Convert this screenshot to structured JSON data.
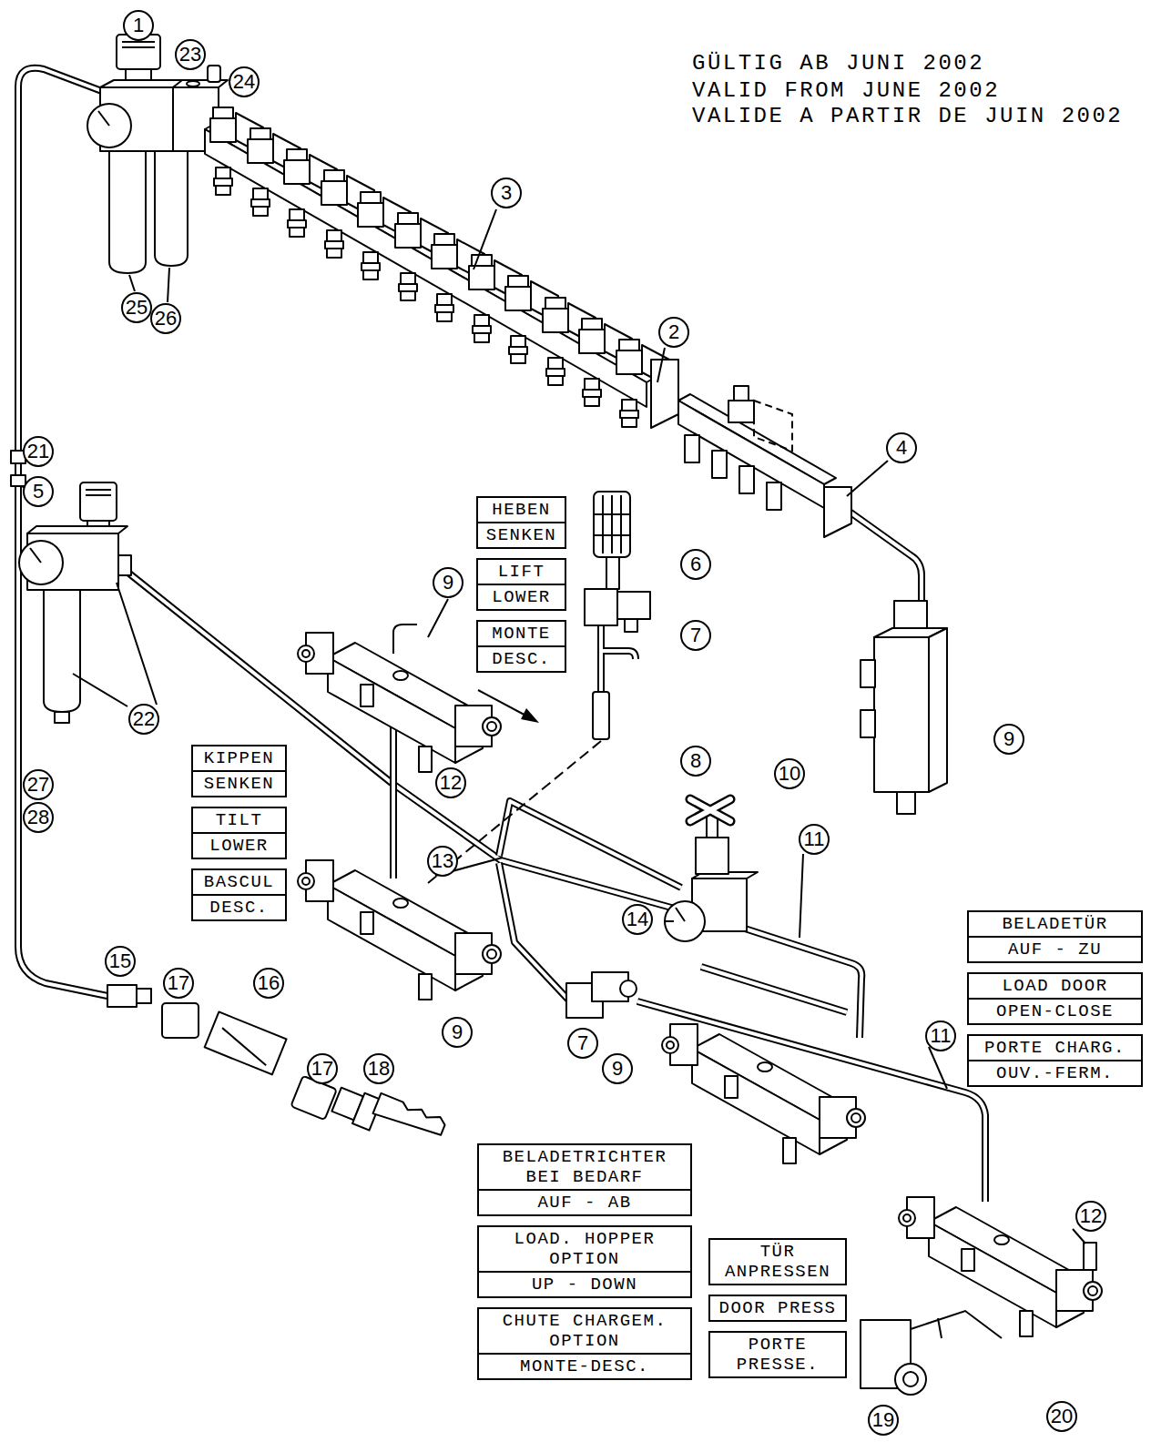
{
  "diagram": {
    "nodes": [
      {
        "text": [
          "1"
        ]
      },
      {
        "text": [
          "23"
        ]
      },
      {
        "text": [
          "24"
        ]
      },
      {
        "text": [
          "3"
        ]
      },
      {
        "text": [
          "25"
        ]
      },
      {
        "text": [
          "26"
        ]
      },
      {
        "text": [
          "2"
        ]
      },
      {
        "text": [
          "4"
        ]
      },
      {
        "text": [
          "21"
        ]
      },
      {
        "text": [
          "5"
        ]
      },
      {
        "text": [
          "HEBEN",
          "SENKEN"
        ]
      },
      {
        "text": [
          "6"
        ]
      },
      {
        "text": [
          "9"
        ]
      },
      {
        "text": [
          "LIFT",
          "LOWER"
        ]
      },
      {
        "text": [
          "MONTE",
          "DESC."
        ]
      },
      {
        "text": [
          "7"
        ]
      },
      {
        "text": [
          "22"
        ]
      },
      {
        "text": [
          "9"
        ]
      },
      {
        "text": [
          "KIPPEN",
          "SENKEN"
        ]
      },
      {
        "text": [
          "8"
        ]
      },
      {
        "text": [
          "10"
        ]
      },
      {
        "text": [
          "12"
        ]
      },
      {
        "text": [
          "27"
        ]
      },
      {
        "text": [
          "28"
        ]
      },
      {
        "text": [
          "TILT",
          "LOWER"
        ]
      },
      {
        "text": [
          "11"
        ]
      },
      {
        "text": [
          "BASCUL",
          "DESC."
        ]
      },
      {
        "text": [
          "13"
        ]
      },
      {
        "text": [
          "BELADETÜR",
          "AUF - ZU"
        ]
      },
      {
        "text": [
          "14"
        ]
      },
      {
        "text": [
          "15"
        ]
      },
      {
        "text": [
          "LOAD DOOR",
          "OPEN-CLOSE"
        ]
      },
      {
        "text": [
          "17"
        ]
      },
      {
        "text": [
          "16"
        ]
      },
      {
        "text": [
          "9"
        ]
      },
      {
        "text": [
          "PORTE CHARG.",
          "OUV.-FERM."
        ]
      },
      {
        "text": [
          "11"
        ]
      },
      {
        "text": [
          "7"
        ]
      },
      {
        "text": [
          "17"
        ]
      },
      {
        "text": [
          "18"
        ]
      },
      {
        "text": [
          "9"
        ]
      },
      {
        "text": [
          "BELADETRICHTER BEI BEDARF",
          "AUF - AB"
        ]
      },
      {
        "text": [
          "12"
        ]
      },
      {
        "text": [
          "LOAD. HOPPER OPTION",
          "UP - DOWN"
        ]
      },
      {
        "text": [
          "TÜR ANPRESSEN"
        ]
      },
      {
        "text": [
          "DOOR PRESS"
        ]
      },
      {
        "text": [
          "PORTE PRESSE."
        ]
      },
      {
        "text": [
          "CHUTE CHARGEM. OPTION",
          "MONTE-DESC."
        ]
      },
      {
        "text": [
          "20"
        ]
      },
      {
        "text": [
          "19"
        ]
      }
    ],
    "labels": [
      "GÜLTIG AB JUNI 2002",
      "VALID FROM JUNE 2002",
      "VALIDE A PARTIR DE JUIN 2002"
    ]
  }
}
